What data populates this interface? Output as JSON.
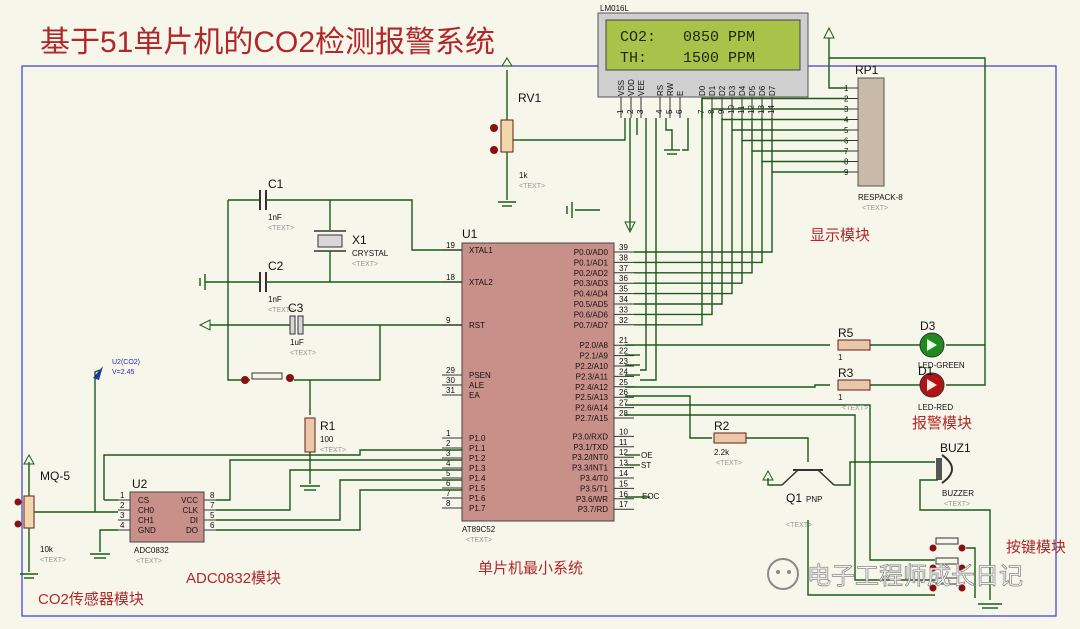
{
  "title": "基于51单片机的CO2检测报警系统",
  "lcd": {
    "ref": "LM016L",
    "line1": "CO2:   0850 PPM",
    "line2": "TH:    1500 PPM",
    "pins": [
      "VSS",
      "VDD",
      "VEE",
      "RS",
      "RW",
      "E",
      "D0",
      "D1",
      "D2",
      "D3",
      "D4",
      "D5",
      "D6",
      "D7"
    ],
    "pin_numbers": [
      "1",
      "2",
      "3",
      "4",
      "5",
      "6",
      "7",
      "8",
      "9",
      "10",
      "11",
      "12",
      "13",
      "14"
    ]
  },
  "rv1": {
    "ref": "RV1",
    "value": "1k"
  },
  "rp1": {
    "ref": "RP1",
    "part": "RESPACK-8",
    "pins": [
      "1",
      "2",
      "3",
      "4",
      "5",
      "6",
      "7",
      "8",
      "9"
    ]
  },
  "c1": {
    "ref": "C1",
    "value": "1nF"
  },
  "c2": {
    "ref": "C2",
    "value": "1nF"
  },
  "c3": {
    "ref": "C3",
    "value": "1uF"
  },
  "x1": {
    "ref": "X1",
    "part": "CRYSTAL"
  },
  "r1": {
    "ref": "R1",
    "value": "100"
  },
  "r2": {
    "ref": "R2",
    "value": "2.2k"
  },
  "r3": {
    "ref": "R3",
    "value": "1"
  },
  "r5": {
    "ref": "R5",
    "value": "1"
  },
  "d3": {
    "ref": "D3",
    "part": "LED-GREEN"
  },
  "d1": {
    "ref": "D1",
    "part": "LED-RED"
  },
  "q1": {
    "ref": "Q1",
    "part": "PNP"
  },
  "buz": {
    "ref": "BUZ1",
    "part": "BUZZER"
  },
  "u1": {
    "ref": "U1",
    "part": "AT89C52",
    "left_pins": [
      {
        "num": "19",
        "name": "XTAL1"
      },
      {
        "num": "18",
        "name": "XTAL2"
      },
      {
        "num": "9",
        "name": "RST"
      },
      {
        "num": "29",
        "name": "PSEN"
      },
      {
        "num": "30",
        "name": "ALE"
      },
      {
        "num": "31",
        "name": "EA"
      },
      {
        "num": "1",
        "name": "P1.0"
      },
      {
        "num": "2",
        "name": "P1.1"
      },
      {
        "num": "3",
        "name": "P1.2"
      },
      {
        "num": "4",
        "name": "P1.3"
      },
      {
        "num": "5",
        "name": "P1.4"
      },
      {
        "num": "6",
        "name": "P1.5"
      },
      {
        "num": "7",
        "name": "P1.6"
      },
      {
        "num": "8",
        "name": "P1.7"
      }
    ],
    "right_pins": [
      {
        "num": "39",
        "name": "P0.0/AD0"
      },
      {
        "num": "38",
        "name": "P0.1/AD1"
      },
      {
        "num": "37",
        "name": "P0.2/AD2"
      },
      {
        "num": "36",
        "name": "P0.3/AD3"
      },
      {
        "num": "35",
        "name": "P0.4/AD4"
      },
      {
        "num": "34",
        "name": "P0.5/AD5"
      },
      {
        "num": "33",
        "name": "P0.6/AD6"
      },
      {
        "num": "32",
        "name": "P0.7/AD7"
      },
      {
        "num": "21",
        "name": "P2.0/A8"
      },
      {
        "num": "22",
        "name": "P2.1/A9"
      },
      {
        "num": "23",
        "name": "P2.2/A10"
      },
      {
        "num": "24",
        "name": "P2.3/A11"
      },
      {
        "num": "25",
        "name": "P2.4/A12"
      },
      {
        "num": "26",
        "name": "P2.5/A13"
      },
      {
        "num": "27",
        "name": "P2.6/A14"
      },
      {
        "num": "28",
        "name": "P2.7/A15"
      },
      {
        "num": "10",
        "name": "P3.0/RXD"
      },
      {
        "num": "11",
        "name": "P3.1/TXD"
      },
      {
        "num": "12",
        "name": "P3.2/INT0"
      },
      {
        "num": "13",
        "name": "P3.3/INT1"
      },
      {
        "num": "14",
        "name": "P3.4/T0"
      },
      {
        "num": "15",
        "name": "P3.5/T1"
      },
      {
        "num": "16",
        "name": "P3.6/WR"
      },
      {
        "num": "17",
        "name": "P3.7/RD"
      }
    ]
  },
  "u2": {
    "ref": "U2",
    "part": "ADC0832",
    "left_pins": [
      {
        "num": "1",
        "name": "CS"
      },
      {
        "num": "2",
        "name": "CH0"
      },
      {
        "num": "3",
        "name": "CH1"
      },
      {
        "num": "4",
        "name": "GND"
      }
    ],
    "right_pins": [
      {
        "num": "8",
        "name": "VCC"
      },
      {
        "num": "7",
        "name": "CLK"
      },
      {
        "num": "5",
        "name": "DI"
      },
      {
        "num": "6",
        "name": "DO"
      }
    ]
  },
  "mq5": {
    "ref": "MQ-5",
    "value": "10k"
  },
  "probe": {
    "name": "U2(CO2)",
    "reading": "V=2.45"
  },
  "net_labels": {
    "oe": "OE",
    "st": "ST",
    "eoc": "EOC"
  },
  "text_placeholder": "<TEXT>",
  "modules": {
    "display": "显示模块",
    "alarm": "报警模块",
    "keys": "按键模块",
    "adc": "ADC0832模块",
    "sensor": "CO2传感器模块",
    "mcu": "单片机最小系统"
  },
  "watermark": "电子工程师成长日记",
  "colors": {
    "title": "#b0282a",
    "module": "#b0282a",
    "wire": "#1a5a1a",
    "chip": "#c9908a",
    "lcd_screen": "#a9c24a"
  }
}
